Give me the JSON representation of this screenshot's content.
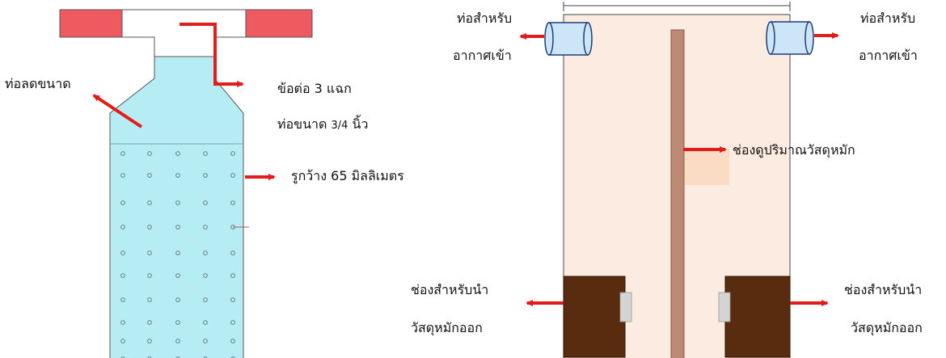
{
  "left_diagram": {
    "label_reducer": "ท่อลดขนาด",
    "label_tee": "ข้อต่อ 3 แฉก",
    "label_pipe_prefix": "ท่อขนาด ",
    "label_pipe_size": "3/4",
    "label_pipe_suffix": " นิ้ว",
    "label_holes": "รูกว้าง 65 มิลลิเมตร"
  },
  "right_diagram": {
    "label_air_left_line1": "ท่อสำหรับ",
    "label_air_left_line2": "อากาศเข้า",
    "label_air_right_line1": "ท่อสำหรับ",
    "label_air_right_line2": "อากาศเข้า",
    "label_window": "ช่องดูปริมาณวัสดุหมัก",
    "label_out_left_line1": "ช่องสำหรับนำ",
    "label_out_left_line2": "วัสดุหมักออก",
    "label_out_right_line1": "ช่องสำหรับนำ",
    "label_out_right_line2": "วัสดุหมักออก"
  },
  "colors": {
    "arrow": "#e31b1b",
    "cap": "#ef5a61",
    "bottle": "#b6ecf4",
    "holes_fill": "#c8f3f9",
    "tank": "#fcebe0",
    "rod": "#bc8a73",
    "door": "#5a2c0f",
    "air_pipe": "#cde6f7",
    "window": "#fadcc4"
  }
}
